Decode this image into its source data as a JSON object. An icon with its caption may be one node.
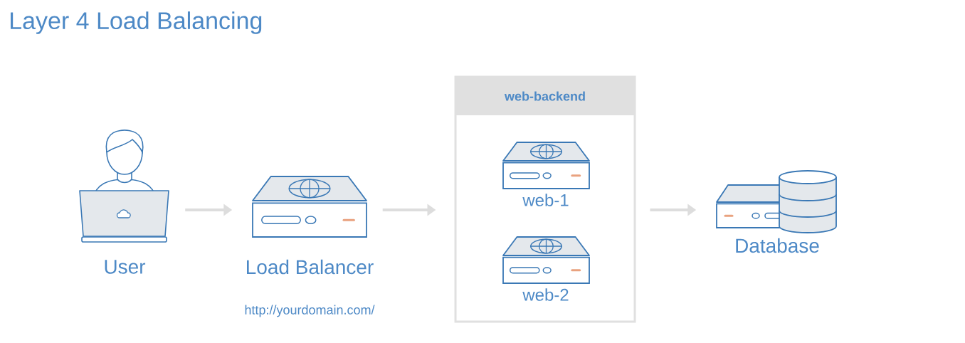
{
  "diagram": {
    "title": "Layer 4 Load Balancing",
    "nodes": [
      {
        "text": [
          "User"
        ]
      },
      {
        "text": [
          "Load Balancer"
        ]
      },
      {
        "text": [
          "web-backend"
        ]
      },
      {
        "text": [
          "web-1"
        ],
        "in": 2
      },
      {
        "text": [
          "web-2"
        ],
        "in": 2
      },
      {
        "text": [
          "Database"
        ]
      }
    ],
    "edges": [
      {
        "from": 0,
        "to": 1,
        "arrow": "to"
      },
      {
        "from": 1,
        "to": 2,
        "arrow": "to"
      },
      {
        "from": 2,
        "to": 5,
        "arrow": "to"
      }
    ],
    "labels": [
      "http://yourdomain.com/"
    ]
  }
}
